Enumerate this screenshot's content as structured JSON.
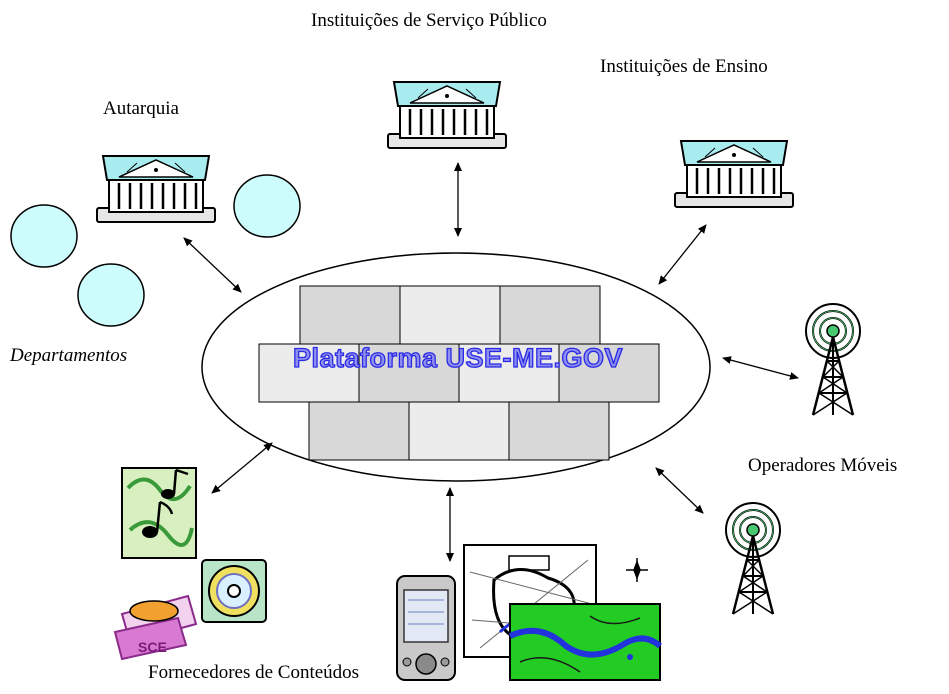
{
  "diagram": {
    "platform_label": "Plataforma USE-ME.GOV",
    "nodes": {
      "autarquia": "Autarquia",
      "servico_publico": "Instituições de Serviço Público",
      "ensino": "Instituições de Ensino",
      "departamentos": "Departamentos",
      "operadores": "Operadores Móveis",
      "fornecedores": "Fornecedores de Conteúdos"
    }
  },
  "colors": {
    "building_roof": "#a8ecf0",
    "department_bubble": "#ccfcfc",
    "brick_dark": "#d8d8d8",
    "brick_light": "#ececec",
    "platform_text_fill": "#8f8ff0",
    "platform_text_stroke": "#2a2ae6",
    "map_green": "#22cc22",
    "map_blue": "#2233dd"
  },
  "icons": {
    "building": "building-icon",
    "department": "department-bubble-icon",
    "antenna": "antenna-tower-icon",
    "music": "music-clipart-icon",
    "cd": "cd-icon",
    "pda": "pda-icon",
    "map": "map-icon"
  }
}
